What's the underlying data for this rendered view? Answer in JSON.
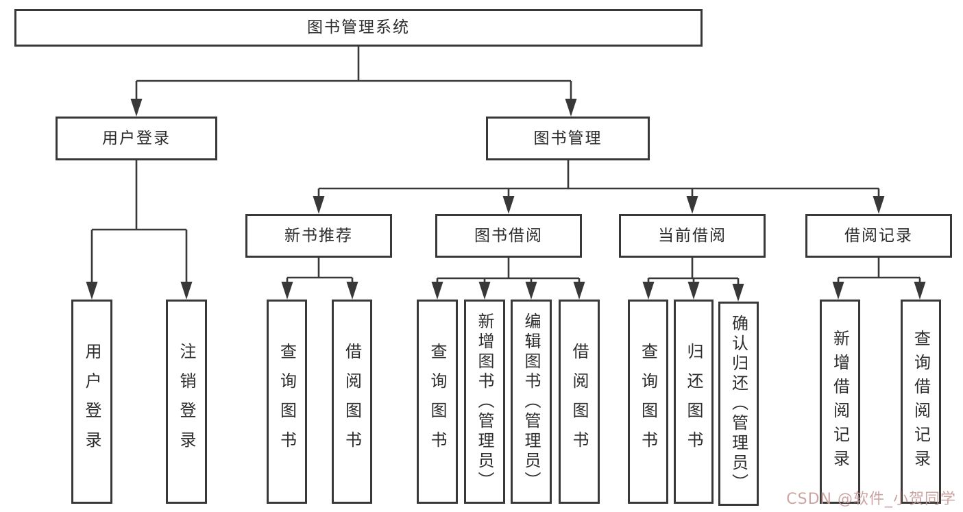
{
  "diagram": {
    "title": "图书管理系统",
    "watermark": "CSDN @软件_小贺同学",
    "colors": {
      "line": "#383838",
      "box_border": "#383838",
      "box_background": "#ffffff",
      "text": "#2d2d2d",
      "watermark": "#c79b98"
    },
    "nodes": {
      "root": {
        "label": "图书管理系统"
      },
      "login": {
        "label": "用户登录"
      },
      "mgmt": {
        "label": "图书管理"
      },
      "rec": {
        "label": "新书推荐"
      },
      "borrow": {
        "label": "图书借阅"
      },
      "current": {
        "label": "当前借阅"
      },
      "records": {
        "label": "借阅记录"
      },
      "leaf_user_login": {
        "label": "用户登录"
      },
      "leaf_logout": {
        "label": "注销登录"
      },
      "leaf_rec_query": {
        "label": "查询图书"
      },
      "leaf_rec_borrow": {
        "label": "借阅图书"
      },
      "leaf_bor_query": {
        "label": "查询图书"
      },
      "leaf_bor_add": {
        "label": "新增图书（管理员）"
      },
      "leaf_bor_edit": {
        "label": "编辑图书（管理员）"
      },
      "leaf_bor_borrow": {
        "label": "借阅图书"
      },
      "leaf_cur_query": {
        "label": "查询图书"
      },
      "leaf_cur_return": {
        "label": "归还图书"
      },
      "leaf_cur_confirm": {
        "label": "确认归还（管理员）"
      },
      "leaf_recd_add": {
        "label": "新增借阅记录"
      },
      "leaf_recd_query": {
        "label": "查询借阅记录"
      }
    },
    "hierarchy": {
      "图书管理系统": {
        "用户登录": [
          "用户登录",
          "注销登录"
        ],
        "图书管理": {
          "新书推荐": [
            "查询图书",
            "借阅图书"
          ],
          "图书借阅": [
            "查询图书",
            "新增图书（管理员）",
            "编辑图书（管理员）",
            "借阅图书"
          ],
          "当前借阅": [
            "查询图书",
            "归还图书",
            "确认归还（管理员）"
          ],
          "借阅记录": [
            "新增借阅记录",
            "查询借阅记录"
          ]
        }
      }
    }
  }
}
